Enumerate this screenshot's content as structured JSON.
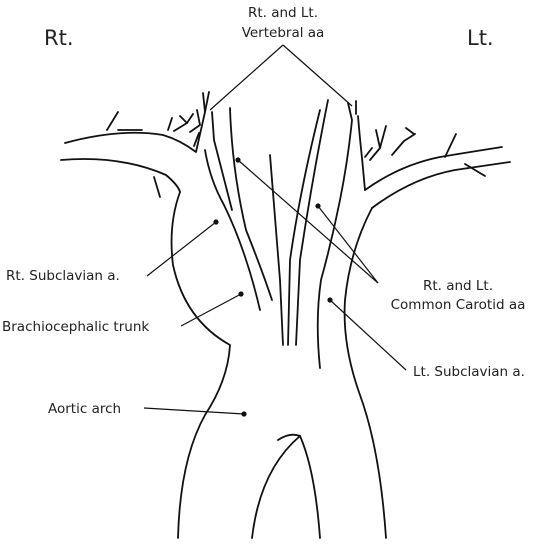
{
  "side_labels": {
    "right": "Rt.",
    "left": "Lt."
  },
  "labels": {
    "vertebral_line1": "Rt. and Lt.",
    "vertebral_line2": "Vertebral aa",
    "rt_subclavian": "Rt. Subclavian a.",
    "brachiocephalic": "Brachiocephalic trunk",
    "aortic_arch": "Aortic arch",
    "carotid_line1": "Rt. and Lt.",
    "carotid_line2": "Common Carotid aa",
    "lt_subclavian": "Lt. Subclavian a."
  }
}
